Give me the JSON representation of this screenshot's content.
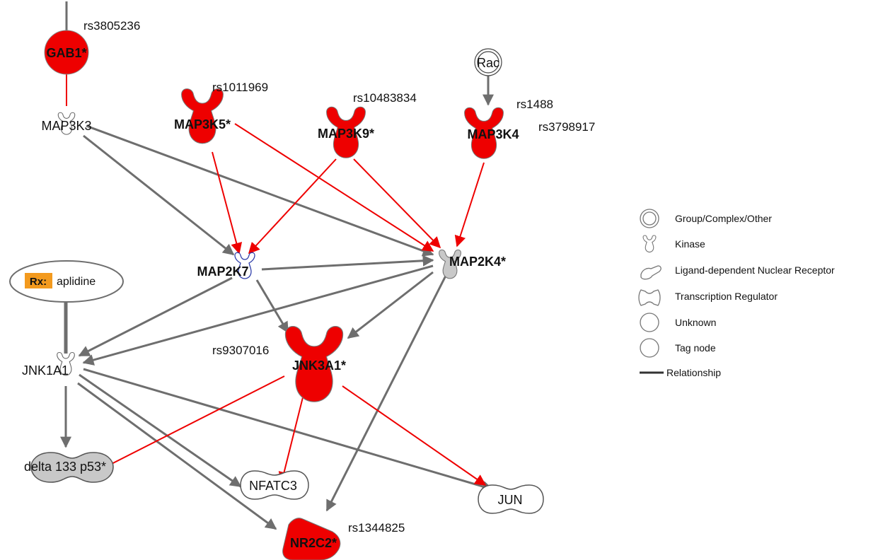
{
  "colors": {
    "highlight": "#ee0000",
    "neutral_edge": "#6e6e6e",
    "grey_node": "#c8c8c8",
    "drug_badge": "#f39a1e"
  },
  "nodes": {
    "gab1": "GAB1*",
    "map3k3": "MAP3K3",
    "map3k5": "MAP3K5*",
    "map3k9": "MAP3K9*",
    "map3k4": "MAP3K4",
    "rac": "Rac",
    "map2k7": "MAP2K7",
    "map2k4": "MAP2K4*",
    "jnk1a1": "JNK1A1",
    "jnk3a1": "JNK3A1*",
    "delta133p53": "delta 133 p53*",
    "nfatc3": "NFATC3",
    "jun": "JUN",
    "nr2c2": "NR2C2*"
  },
  "drug": {
    "badge": "Rx:",
    "name": "aplidine"
  },
  "snps": {
    "gab1": "rs3805236",
    "map3k5": "rs1011969",
    "map3k9": "rs10483834",
    "map3k4_a": "rs1488",
    "map3k4_b": "rs3798917",
    "jnk3a1": "rs9307016",
    "nr2c2": "rs1344825"
  },
  "legend": {
    "items": [
      {
        "icon": "group-complex-icon",
        "label": "Group/Complex/Other"
      },
      {
        "icon": "kinase-icon",
        "label": "Kinase"
      },
      {
        "icon": "ligand-receptor-icon",
        "label": "Ligand-dependent Nuclear Receptor"
      },
      {
        "icon": "transcription-regulator-icon",
        "label": "Transcription Regulator"
      },
      {
        "icon": "unknown-icon",
        "label": "Unknown"
      },
      {
        "icon": "tag-node-icon",
        "label": "Tag node"
      },
      {
        "icon": "relationship-line-icon",
        "label": "Relationship"
      }
    ]
  }
}
